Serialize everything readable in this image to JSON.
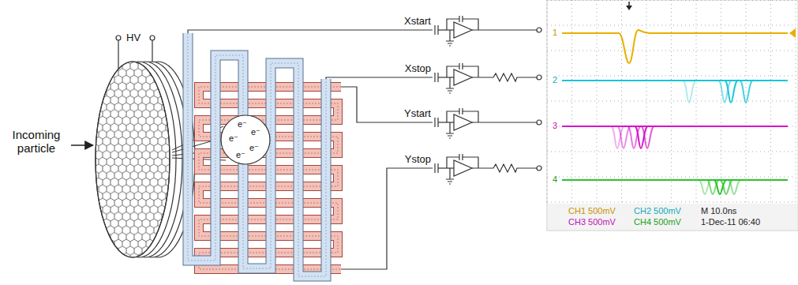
{
  "diagram": {
    "labels": [
      "HV",
      "Incoming particle",
      "e⁻",
      "e⁻",
      "e⁻",
      "e⁻",
      "e⁻",
      "Xstart",
      "Xstop",
      "Ystart",
      "Ystop",
      "1",
      "2",
      "3",
      "4",
      "CH1 500mV",
      "CH2 500mV",
      "M 10.0ns",
      "CH3 500mV",
      "CH4 500mV",
      "1-Dec-11 06:40"
    ]
  }
}
